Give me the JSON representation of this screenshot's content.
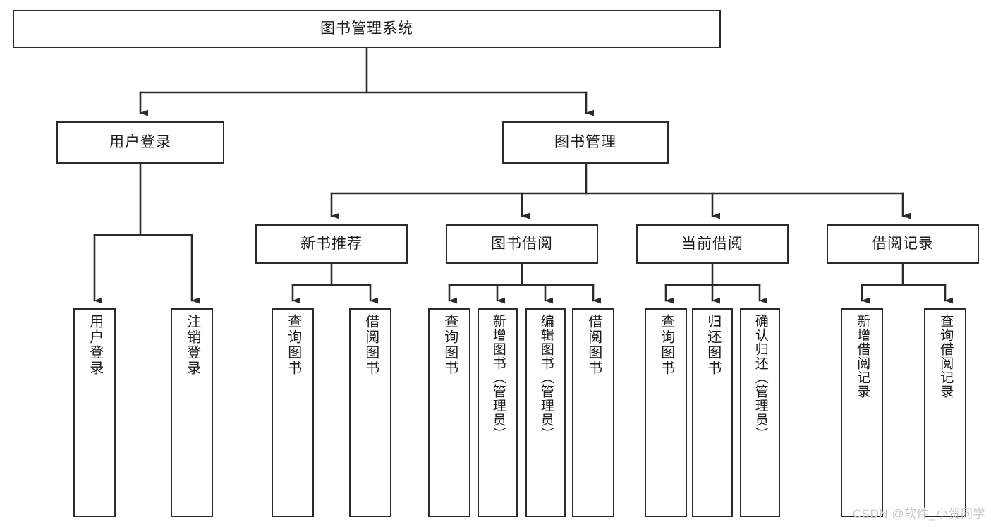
{
  "diagram": {
    "type": "tree-hierarchy",
    "title": "图书管理系统",
    "orientation": "top-down",
    "root": {
      "id": "root",
      "label": "图书管理系统",
      "text_direction": "horizontal"
    },
    "level2": [
      {
        "id": "user-login",
        "label": "用户登录",
        "text_direction": "horizontal"
      },
      {
        "id": "book-manage",
        "label": "图书管理",
        "text_direction": "horizontal"
      }
    ],
    "level3": [
      {
        "id": "new-book-rec",
        "label": "新书推荐",
        "text_direction": "horizontal",
        "parent": "book-manage"
      },
      {
        "id": "book-borrow",
        "label": "图书借阅",
        "text_direction": "horizontal",
        "parent": "book-manage"
      },
      {
        "id": "current-borrow",
        "label": "当前借阅",
        "text_direction": "horizontal",
        "parent": "book-manage"
      },
      {
        "id": "borrow-record",
        "label": "借阅记录",
        "text_direction": "horizontal",
        "parent": "book-manage"
      }
    ],
    "leaves": [
      {
        "id": "leaf-user-login",
        "label": "用户登录",
        "parent": "user-login",
        "text_direction": "vertical"
      },
      {
        "id": "leaf-logout",
        "label": "注销登录",
        "parent": "user-login",
        "text_direction": "vertical"
      },
      {
        "id": "leaf-query-book-1",
        "label": "查询图书",
        "parent": "new-book-rec",
        "text_direction": "vertical"
      },
      {
        "id": "leaf-borrow-book-1",
        "label": "借阅图书",
        "parent": "new-book-rec",
        "text_direction": "vertical"
      },
      {
        "id": "leaf-query-book-2",
        "label": "查询图书",
        "parent": "book-borrow",
        "text_direction": "vertical"
      },
      {
        "id": "leaf-add-book",
        "label": "新增图书（管理员）",
        "parent": "book-borrow",
        "text_direction": "vertical"
      },
      {
        "id": "leaf-edit-book",
        "label": "编辑图书（管理员）",
        "parent": "book-borrow",
        "text_direction": "vertical"
      },
      {
        "id": "leaf-borrow-book-2",
        "label": "借阅图书",
        "parent": "book-borrow",
        "text_direction": "vertical"
      },
      {
        "id": "leaf-query-book-3",
        "label": "查询图书",
        "parent": "current-borrow",
        "text_direction": "vertical"
      },
      {
        "id": "leaf-return-book",
        "label": "归还图书",
        "parent": "current-borrow",
        "text_direction": "vertical"
      },
      {
        "id": "leaf-confirm-return",
        "label": "确认归还（管理员）",
        "parent": "current-borrow",
        "text_direction": "vertical"
      },
      {
        "id": "leaf-add-record",
        "label": "新增借阅记录",
        "parent": "borrow-record",
        "text_direction": "vertical"
      },
      {
        "id": "leaf-query-record",
        "label": "查询借阅记录",
        "parent": "borrow-record",
        "text_direction": "vertical"
      }
    ],
    "colors": {
      "stroke": "#2b2b2b",
      "fill": "#ffffff",
      "text": "#1c1c1c",
      "watermark": "#c9c9c9"
    }
  },
  "watermark": {
    "text": "CSDN @软件_小贺同学"
  }
}
